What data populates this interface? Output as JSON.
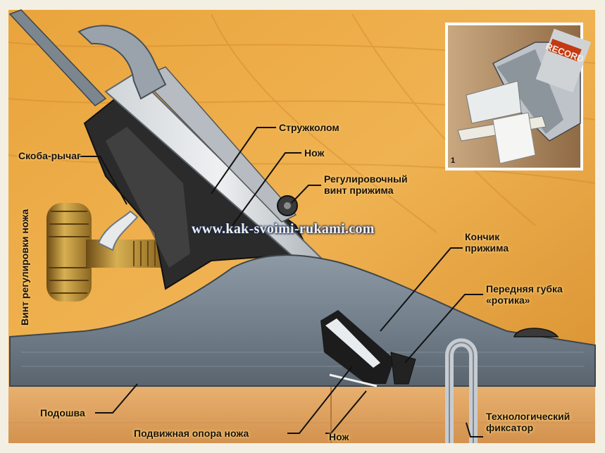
{
  "labels": {
    "chipbreaker": "Стружколом",
    "blade_top": "Нож",
    "adjust_screw": "Регулировочный\nвинт прижима",
    "lever_cap": "Скоба-рычаг",
    "depth_screw": "Винт регулировки ножа",
    "clamp_tip": "Кончик\nприжима",
    "front_jaw": "Передняя губка\n«ротика»",
    "sole": "Подошва",
    "frog": "Подвижная опора ножа",
    "blade_bottom": "Нож",
    "tech_clamp": "Технологический\nфиксатор"
  },
  "watermark": "www.kak-svoimi-rukami.com",
  "inset": {
    "number": "1",
    "brand": "RECORD"
  }
}
